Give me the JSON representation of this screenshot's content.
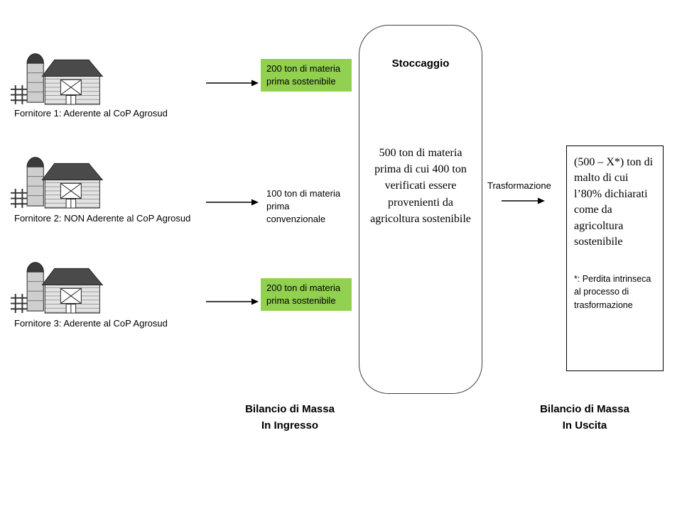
{
  "diagram": {
    "suppliers": [
      {
        "label": "Fornitore 1: Aderente al CoP Agrosud",
        "flow": "200 ton di materia prima sostenibile",
        "sustainable": true
      },
      {
        "label": "Fornitore 2: NON Aderente al CoP Agrosud",
        "flow": "100 ton di materia prima convenzionale",
        "sustainable": false
      },
      {
        "label": "Fornitore 3: Aderente al CoP Agrosud",
        "flow": "200 ton di materia prima sostenibile",
        "sustainable": true
      }
    ],
    "storage": {
      "title": "Stoccaggio",
      "body": "500 ton di materia prima di cui 400 ton verificati essere provenienti da agricoltura sostenibile"
    },
    "transformation_label": "Trasformazione",
    "output": {
      "main": "(500 – X*) ton di malto di cui l’80% dichiarati come da agricoltura sostenibile",
      "footnote": "*: Perdita intrinseca al processo di trasformazione"
    },
    "captions": {
      "input": "Bilancio di Massa\nIn Ingresso",
      "output": "Bilancio di Massa\nIn Uscita"
    },
    "colors": {
      "sustainable_green": "#92D050"
    }
  }
}
